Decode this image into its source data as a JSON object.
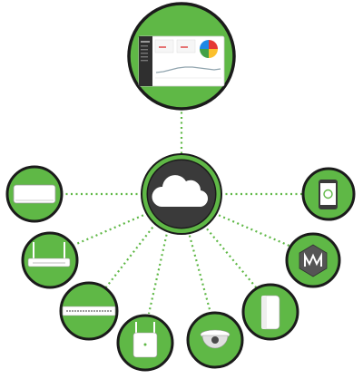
{
  "colors": {
    "green": "#5fb846",
    "ring": "#1b1b1b",
    "hub": "#3a3a3a",
    "icon_white": "#ffffff",
    "connector": "#5fb846"
  },
  "hub": {
    "icon": "cloud-icon"
  },
  "dashboard": {
    "icon": "dashboard-screen-icon",
    "chart_colors": [
      "#e53935",
      "#fbc02d",
      "#43a047",
      "#1e88e5"
    ]
  },
  "devices": [
    {
      "id": "wall-access-point",
      "icon": "wall-access-point-icon"
    },
    {
      "id": "router",
      "icon": "router-icon"
    },
    {
      "id": "rack-switch",
      "icon": "rack-switch-icon"
    },
    {
      "id": "outdoor-access-point",
      "icon": "outdoor-access-point-icon"
    },
    {
      "id": "security-camera",
      "icon": "dome-camera-icon"
    },
    {
      "id": "pillar-sensor",
      "icon": "pillar-sensor-icon"
    },
    {
      "id": "gateway-device",
      "icon": "gateway-icon"
    },
    {
      "id": "mobile-phone",
      "icon": "mobile-phone-icon"
    }
  ]
}
